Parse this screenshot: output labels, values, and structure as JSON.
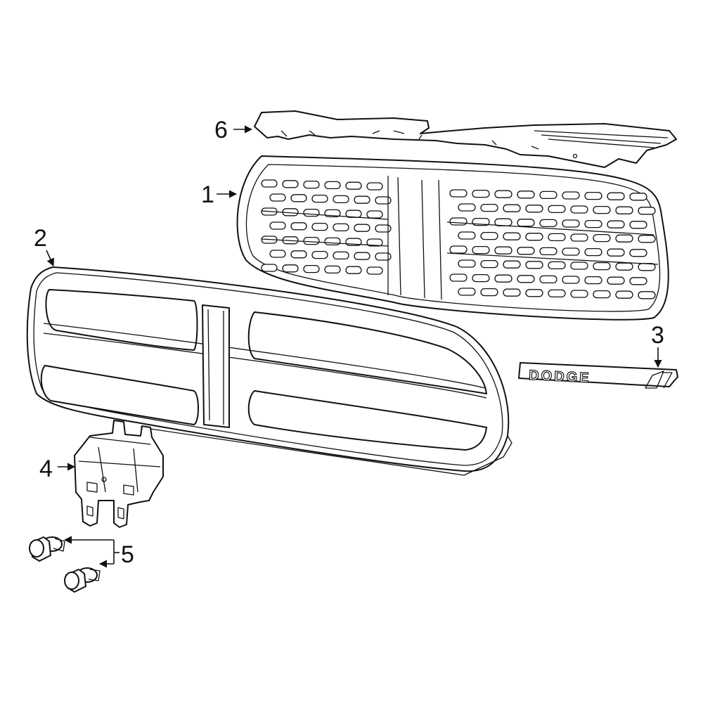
{
  "callouts": {
    "c1": "1",
    "c2": "2",
    "c3": "3",
    "c4": "4",
    "c5": "5",
    "c6": "6"
  },
  "emblem": {
    "text": "DODGE"
  },
  "colors": {
    "highlight": "#3355cc",
    "line": "#111111",
    "background": "#ffffff"
  }
}
